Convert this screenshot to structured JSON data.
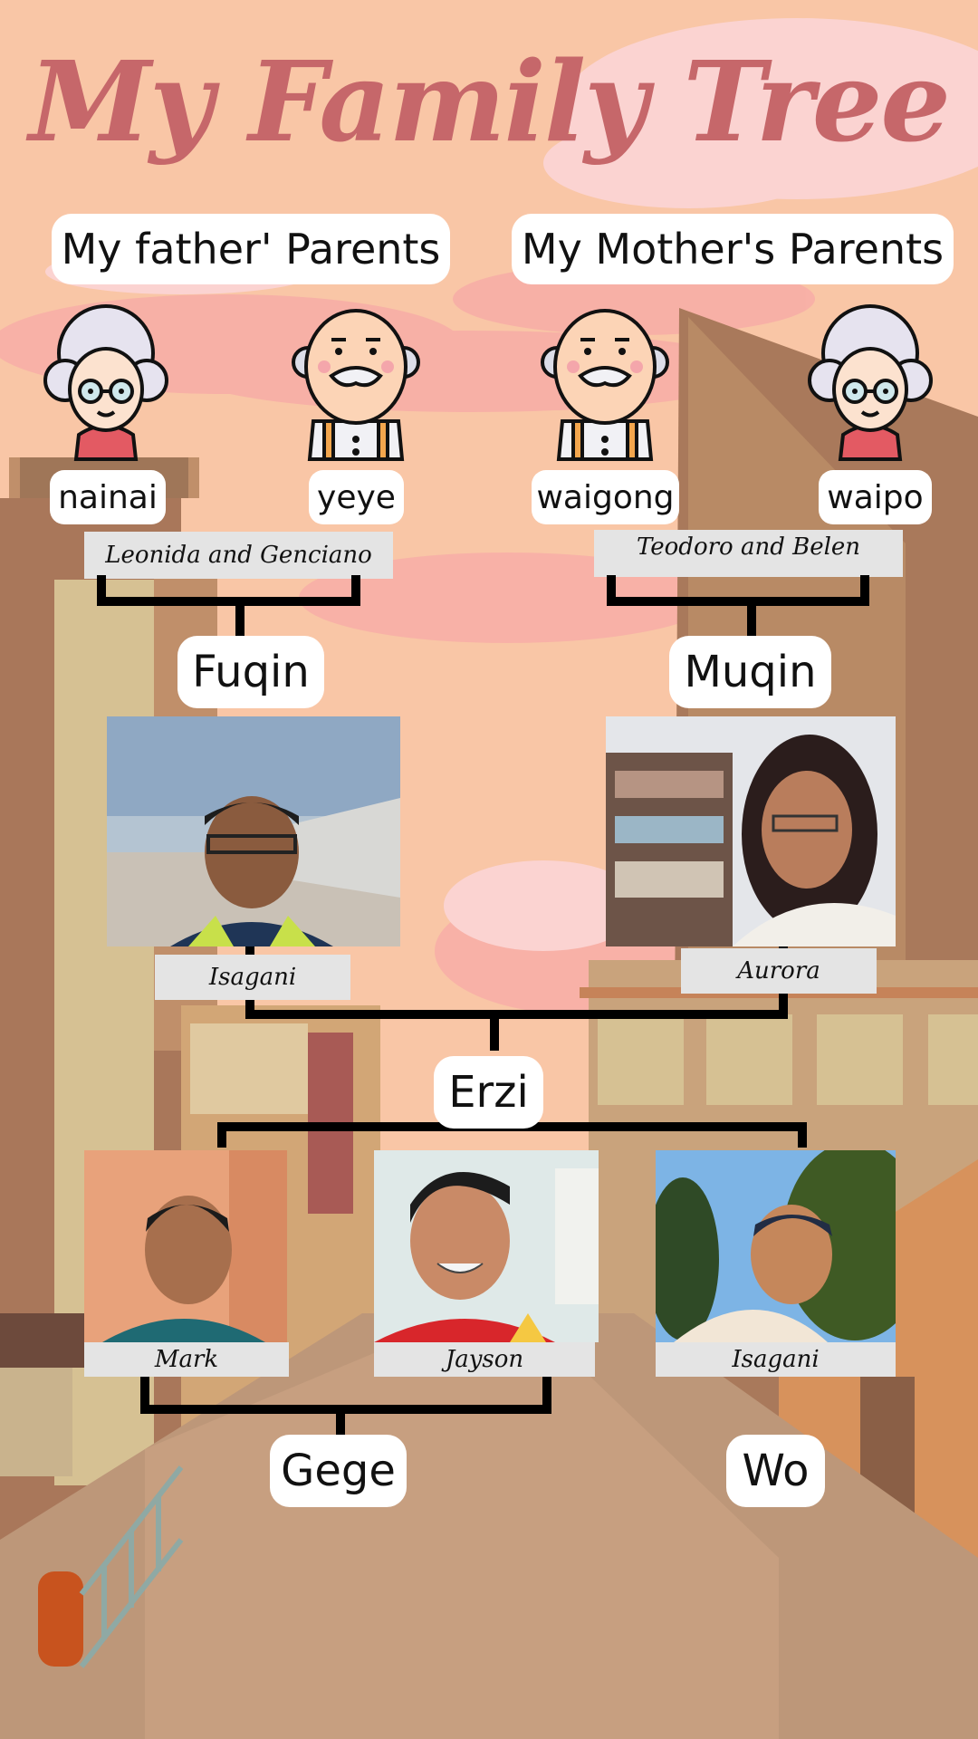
{
  "title": "My Family Tree",
  "headers": {
    "father_parents": "My father' Parents",
    "mother_parents": "My Mother's Parents"
  },
  "grandparents": {
    "nainai": "nainai",
    "yeye": "yeye",
    "waigong": "waigong",
    "waipo": "waipo"
  },
  "captions": {
    "paternal_couple": "Leonida and Genciano",
    "maternal_couple": "Teodoro and Belen",
    "father_name": "Isagani",
    "mother_name": "Aurora",
    "sibling1": "Mark",
    "sibling2": "Jayson",
    "sibling3": "Isagani"
  },
  "roles": {
    "father": "Fuqin",
    "mother": "Muqin",
    "middle": "Erzi",
    "brothers": "Gege",
    "me": "Wo"
  },
  "colors": {
    "title": "#c6676a",
    "sky": "#f9c4a2",
    "label_bg": "#ffffff",
    "caption_bg": "#e4e4e4"
  },
  "icons": [
    "grandma-avatar-icon",
    "grandpa-avatar-icon"
  ]
}
